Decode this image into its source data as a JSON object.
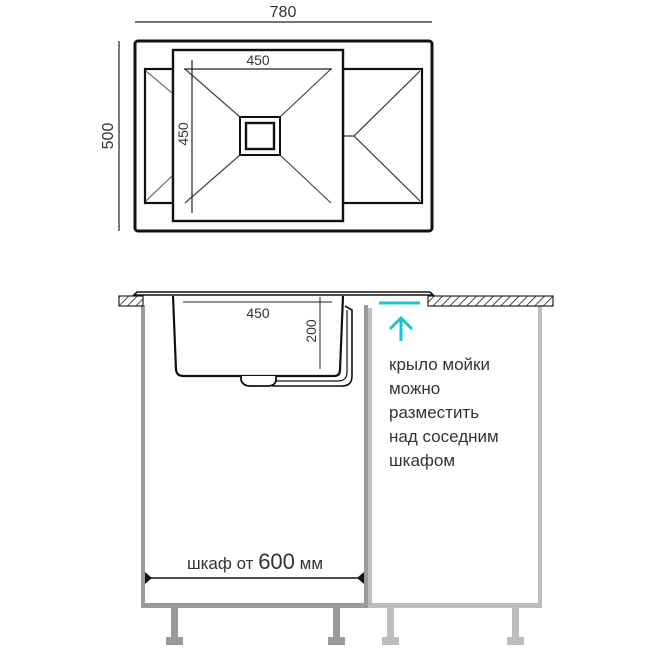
{
  "top_view": {
    "width_label": "780",
    "height_label": "500",
    "bowl_width_label": "450",
    "bowl_depth_label": "450"
  },
  "side_view": {
    "bowl_width_label": "450",
    "bowl_height_label": "200",
    "note_lines": [
      "крыло мойки",
      "можно",
      "разместить",
      "над соседним",
      "шкафом"
    ],
    "cabinet_label_prefix": "шкаф от",
    "cabinet_label_value": "600",
    "cabinet_label_unit": "мм"
  },
  "colors": {
    "accent": "#1cc6c6",
    "line": "#1a1a1a",
    "cabinet": "#9a9a9a",
    "cabinet_light": "#bdbdbd"
  }
}
